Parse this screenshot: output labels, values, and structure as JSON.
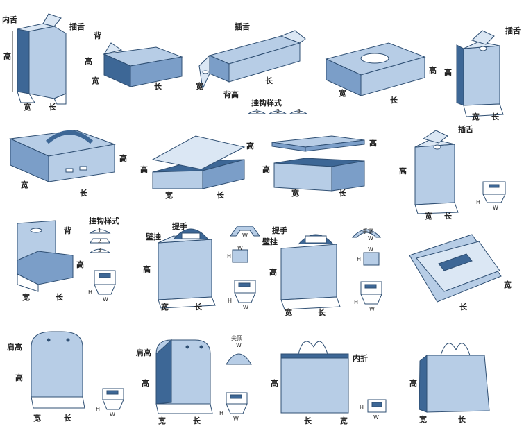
{
  "colors": {
    "face": "#b7cde6",
    "side": "#7b9ec8",
    "dark": "#3d6796",
    "edge": "#2f4f73",
    "flap": "#dbe7f4"
  },
  "labels": {
    "gao": "高",
    "kuan": "宽",
    "chang": "长",
    "nei_she": "内舌",
    "cha_she": "插舌",
    "bei": "背",
    "bei_gao": "背高",
    "gua_gou_yang_shi": "挂钩样式",
    "ti_shou": "提手",
    "bi_gua": "壁挂",
    "jian_gao": "肩高",
    "jian_ding": "尖顶",
    "nei_zhe": "内折",
    "H": "H",
    "W": "W",
    "n1": "1",
    "n2": "2",
    "n3": "3",
    "shou_zhang": "手掌"
  }
}
